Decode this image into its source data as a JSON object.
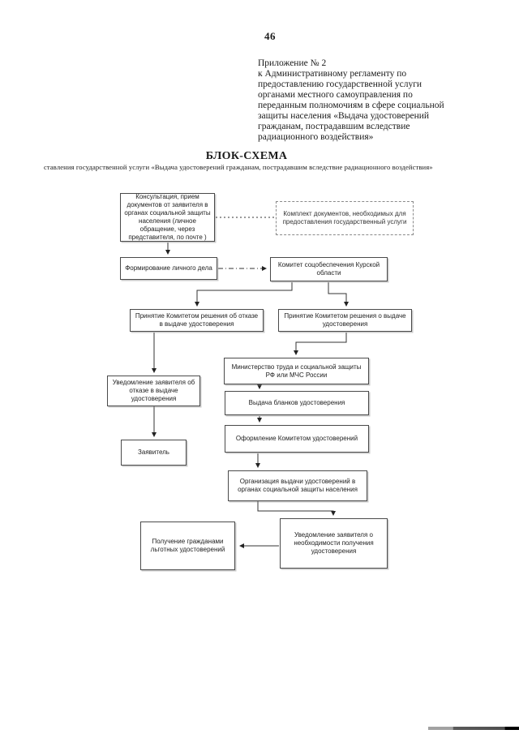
{
  "page": {
    "number": "46"
  },
  "header": {
    "appendix_reference": "Приложение № 2\nк   Административному  регламенту по\nпредоставлению государственной услуги\nорганами местного самоуправления по\nпереданным полномочиям в сфере социальной\nзащиты населения «Выдача удостоверений\nгражданам, пострадавшим вследствие\nрадиационного воздействия»"
  },
  "chart": {
    "title": "БЛОК-СХЕМА",
    "subtitle": "ставления государственной услуги  «Выдача удостоверений гражданам, пострадавшим вследствие радиационного воздействия»"
  },
  "flowchart": {
    "nodes": [
      {
        "id": "consultation",
        "label": "Консультация, прием документов от заявителя в органах социальной защиты населения (личное обращение, через представителя, по почте )",
        "border": "solid"
      },
      {
        "id": "docs-package",
        "label": "Комплект документов, необходимых для предоставления государственный услуги",
        "border": "dashed"
      },
      {
        "id": "personal-file",
        "label": "Формирование личного дела",
        "border": "solid"
      },
      {
        "id": "committee",
        "label": "Комитет соцобеспечения Курской области",
        "border": "solid"
      },
      {
        "id": "refusal-decision",
        "label": "Принятие Комитетом решения об отказе в выдаче удостоверения",
        "border": "solid"
      },
      {
        "id": "issue-decision",
        "label": "Принятие Комитетом решения о выдаче  удостоверения",
        "border": "solid"
      },
      {
        "id": "ministry",
        "label": "Министерство труда и социальной защиты РФ или МЧС России",
        "border": "solid"
      },
      {
        "id": "refusal-notice",
        "label": "Уведомление заявителя об отказе в выдаче удостоверения",
        "border": "solid"
      },
      {
        "id": "blank-issue",
        "label": "Выдача бланков удостоверения",
        "border": "solid"
      },
      {
        "id": "cert-processing",
        "label": "Оформление Комитетом удостоверений",
        "border": "solid"
      },
      {
        "id": "applicant",
        "label": "Заявитель",
        "border": "solid"
      },
      {
        "id": "issue-organization",
        "label": "Организация выдачи удостоверений в органах социальной защиты населения",
        "border": "solid"
      },
      {
        "id": "receipt-notice",
        "label": "Уведомление заявителя о необходимости получения удостоверения",
        "border": "solid"
      },
      {
        "id": "citizens-receipt",
        "label": "Получение гражданами льготных удостоверений",
        "border": "solid"
      }
    ],
    "connectors": [
      {
        "from": "consultation",
        "to": "docs-package",
        "style": "dotted",
        "arrow": false
      },
      {
        "from": "consultation",
        "to": "personal-file",
        "style": "solid",
        "arrow": true
      },
      {
        "from": "personal-file",
        "to": "committee",
        "style": "dash-dot",
        "arrow": true
      },
      {
        "from": "committee",
        "to": "refusal-decision",
        "style": "solid",
        "arrow": true
      },
      {
        "from": "committee",
        "to": "issue-decision",
        "style": "solid",
        "arrow": true
      },
      {
        "from": "refusal-decision",
        "to": "refusal-notice",
        "style": "solid",
        "arrow": true
      },
      {
        "from": "issue-decision",
        "to": "ministry",
        "style": "solid",
        "arrow": true
      },
      {
        "from": "ministry",
        "to": "blank-issue",
        "style": "solid",
        "arrow": true
      },
      {
        "from": "blank-issue",
        "to": "cert-processing",
        "style": "solid",
        "arrow": true
      },
      {
        "from": "cert-processing",
        "to": "issue-organization",
        "style": "solid",
        "arrow": true
      },
      {
        "from": "refusal-notice",
        "to": "applicant",
        "style": "solid",
        "arrow": true
      },
      {
        "from": "issue-organization",
        "to": "receipt-notice",
        "style": "solid",
        "arrow": true
      },
      {
        "from": "receipt-notice",
        "to": "citizens-receipt",
        "style": "solid",
        "arrow": true
      }
    ]
  },
  "colors": {
    "ink": "#222222",
    "box_border": "#4a4a4a",
    "scan_bar_segments": [
      "#a2a2a2",
      "#4f4f4f",
      "#000000"
    ]
  }
}
